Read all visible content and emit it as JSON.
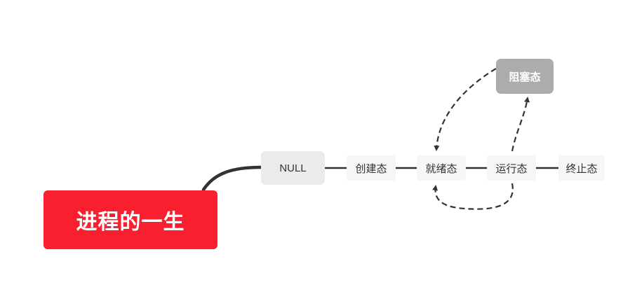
{
  "root": {
    "label": "进程的一生",
    "color": "#f81f2f"
  },
  "nodes": {
    "null": {
      "label": "NULL"
    },
    "create": {
      "label": "创建态"
    },
    "ready": {
      "label": "就绪态"
    },
    "running": {
      "label": "运行态"
    },
    "terminated": {
      "label": "终止态"
    },
    "blocked": {
      "label": "阻塞态"
    }
  },
  "edges": [
    {
      "from": "root",
      "to": "null",
      "style": "solid"
    },
    {
      "from": "null",
      "to": "create",
      "style": "solid"
    },
    {
      "from": "create",
      "to": "ready",
      "style": "solid"
    },
    {
      "from": "ready",
      "to": "running",
      "style": "solid"
    },
    {
      "from": "running",
      "to": "terminated",
      "style": "solid"
    },
    {
      "from": "blocked",
      "to": "ready",
      "style": "dashed-arrow"
    },
    {
      "from": "running",
      "to": "blocked",
      "style": "dashed-arrow"
    },
    {
      "from": "running",
      "to": "ready",
      "style": "dashed-arrow"
    }
  ]
}
